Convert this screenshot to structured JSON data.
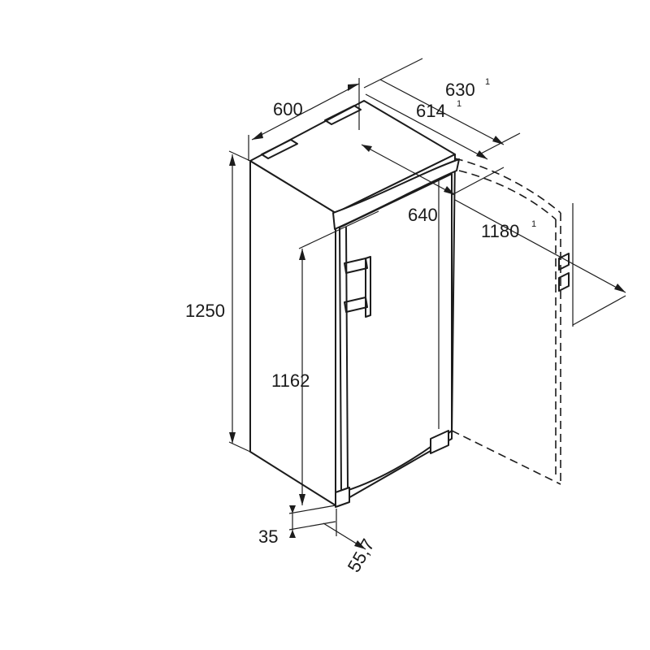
{
  "dimensions": {
    "width": {
      "value": "600",
      "footnote": ""
    },
    "depth_with_handle": {
      "value": "630",
      "footnote": "1"
    },
    "depth_body": {
      "value": "614",
      "footnote": "1"
    },
    "depth_door_edge": {
      "value": "640",
      "footnote": ""
    },
    "depth_door_open": {
      "value": "1180",
      "footnote": "1"
    },
    "total_height": {
      "value": "1250",
      "footnote": ""
    },
    "door_height": {
      "value": "1162",
      "footnote": ""
    },
    "bottom_clearance": {
      "value": "35",
      "footnote": ""
    },
    "side_offset": {
      "value": "55,7",
      "footnote": ""
    }
  },
  "colors": {
    "line": "#1c1c1c",
    "background": "#ffffff"
  }
}
